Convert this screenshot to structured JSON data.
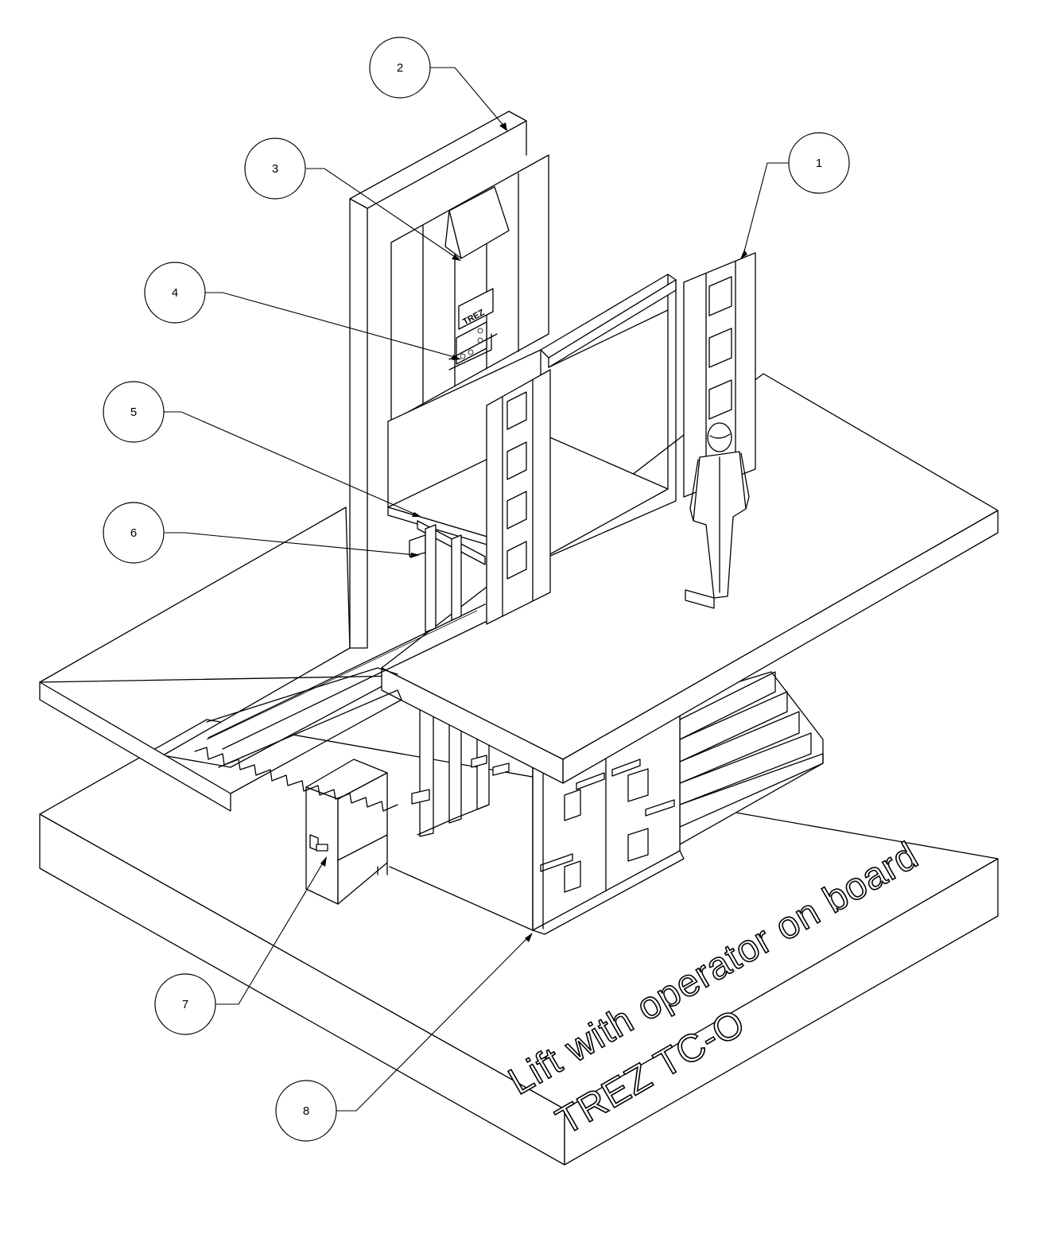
{
  "callouts": [
    {
      "id": "1",
      "label": "1"
    },
    {
      "id": "2",
      "label": "2"
    },
    {
      "id": "3",
      "label": "3"
    },
    {
      "id": "4",
      "label": "4"
    },
    {
      "id": "5",
      "label": "5"
    },
    {
      "id": "6",
      "label": "6"
    },
    {
      "id": "7",
      "label": "7"
    },
    {
      "id": "8",
      "label": "8"
    }
  ],
  "caption": {
    "line1": "Lift with operator on board",
    "line2": "TREZ TC-O"
  },
  "brand": {
    "logo_text": "TREZ"
  }
}
